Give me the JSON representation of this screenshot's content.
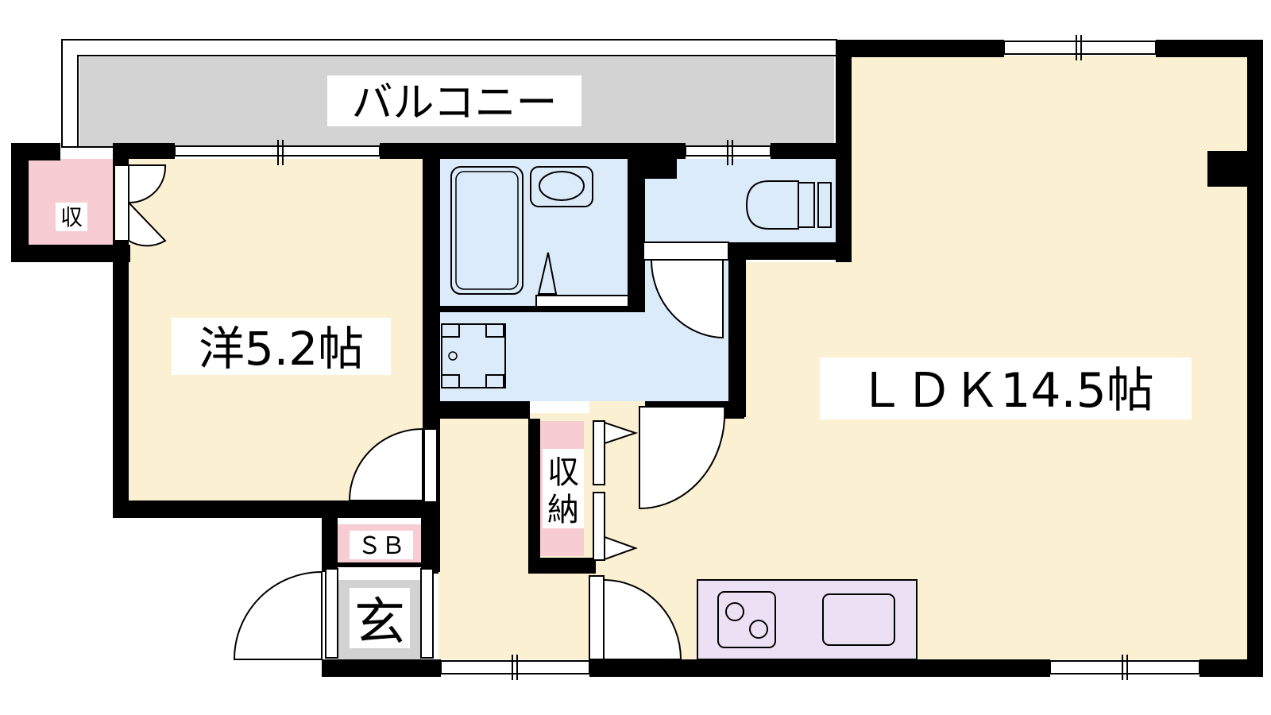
{
  "rooms": {
    "balcony": "バルコニー",
    "western": "洋5.2帖",
    "ldk": "ＬＤＫ14.5帖",
    "storage_small": "収",
    "storage_nouka_1": "収",
    "storage_nouka_2": "納",
    "shoe_box": "ＳＢ",
    "entrance": "玄"
  },
  "colors": {
    "floor": "#fcf0d2",
    "wet": "#dcebfa",
    "storage": "#f7cdd3",
    "kitchen": "#ece0f4",
    "entrance": "#d2d2d2",
    "balcony": "#d3d3d3",
    "wall": "#000000"
  }
}
